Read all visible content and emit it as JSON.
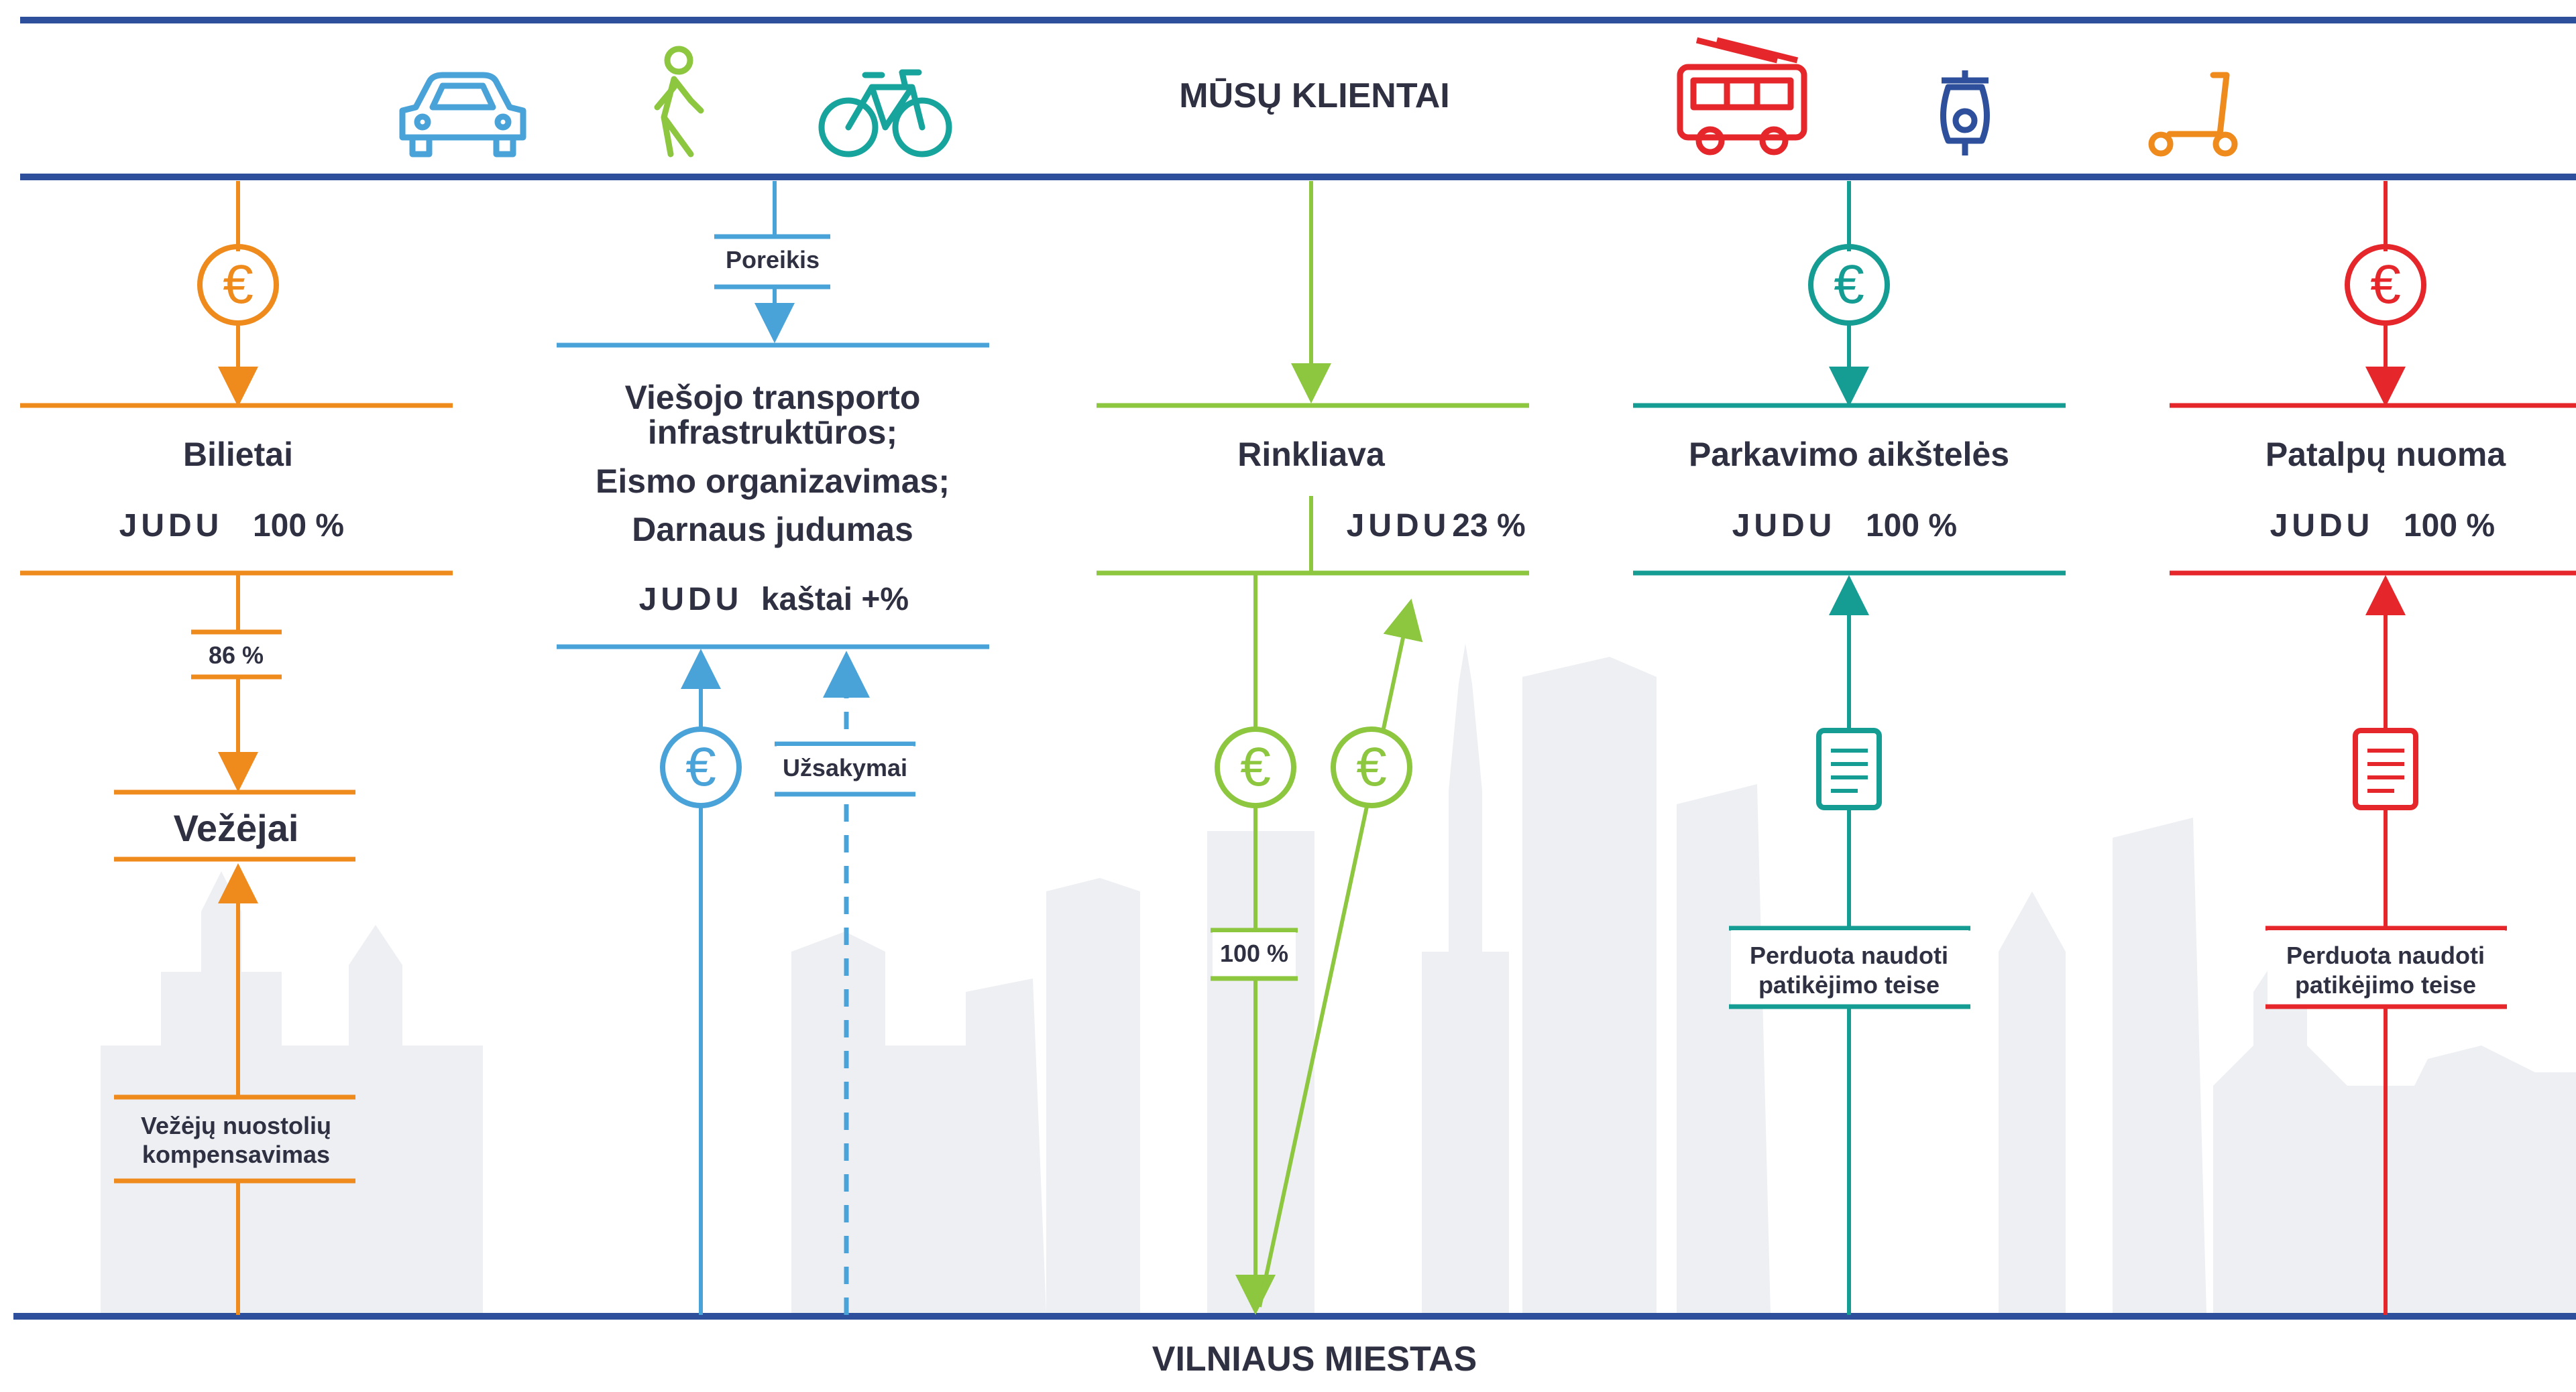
{
  "header": {
    "title": "MŪSŲ KLIENTAI"
  },
  "footer": {
    "title": "VILNIAUS MIESTAS"
  },
  "brand": "JUDU",
  "colors": {
    "navy": "#2e4f9c",
    "dark_text": "#2f3142",
    "orange": "#ef8a1d",
    "blue": "#4aa3d8",
    "green": "#8dc63f",
    "teal": "#159c93",
    "red": "#e5262b",
    "skyline": "#edeff3"
  },
  "icons": [
    "car-icon",
    "pedestrian-icon",
    "bicycle-icon",
    "trolleybus-icon",
    "scooter-icon",
    "kick-scooter-icon"
  ],
  "columns": {
    "bilietai": {
      "title": "Bilietai",
      "share": "100 %",
      "split": "86 %",
      "carriers": "Vežėjai",
      "compensation_line1": "Vežėjų nuostolių",
      "compensation_line2": "kompensavimas"
    },
    "infra": {
      "need": "Poreikis",
      "line1": "Viešojo transporto",
      "line2": "infrastruktūros;",
      "line3": "Eismo organizavimas;",
      "line4": "Darnaus judumas",
      "costs": "kaštai +%",
      "orders": "Užsakymai"
    },
    "rinkliava": {
      "title": "Rinkliava",
      "share": "23 %",
      "city_share": "100 %"
    },
    "parking": {
      "title": "Parkavimo aikštelės",
      "share": "100 %",
      "note_line1": "Perduota naudoti",
      "note_line2": "patikėjimo teise"
    },
    "rent": {
      "title": "Patalpų nuoma",
      "share": "100 %",
      "note_line1": "Perduota naudoti",
      "note_line2": "patikėjimo teise"
    }
  }
}
